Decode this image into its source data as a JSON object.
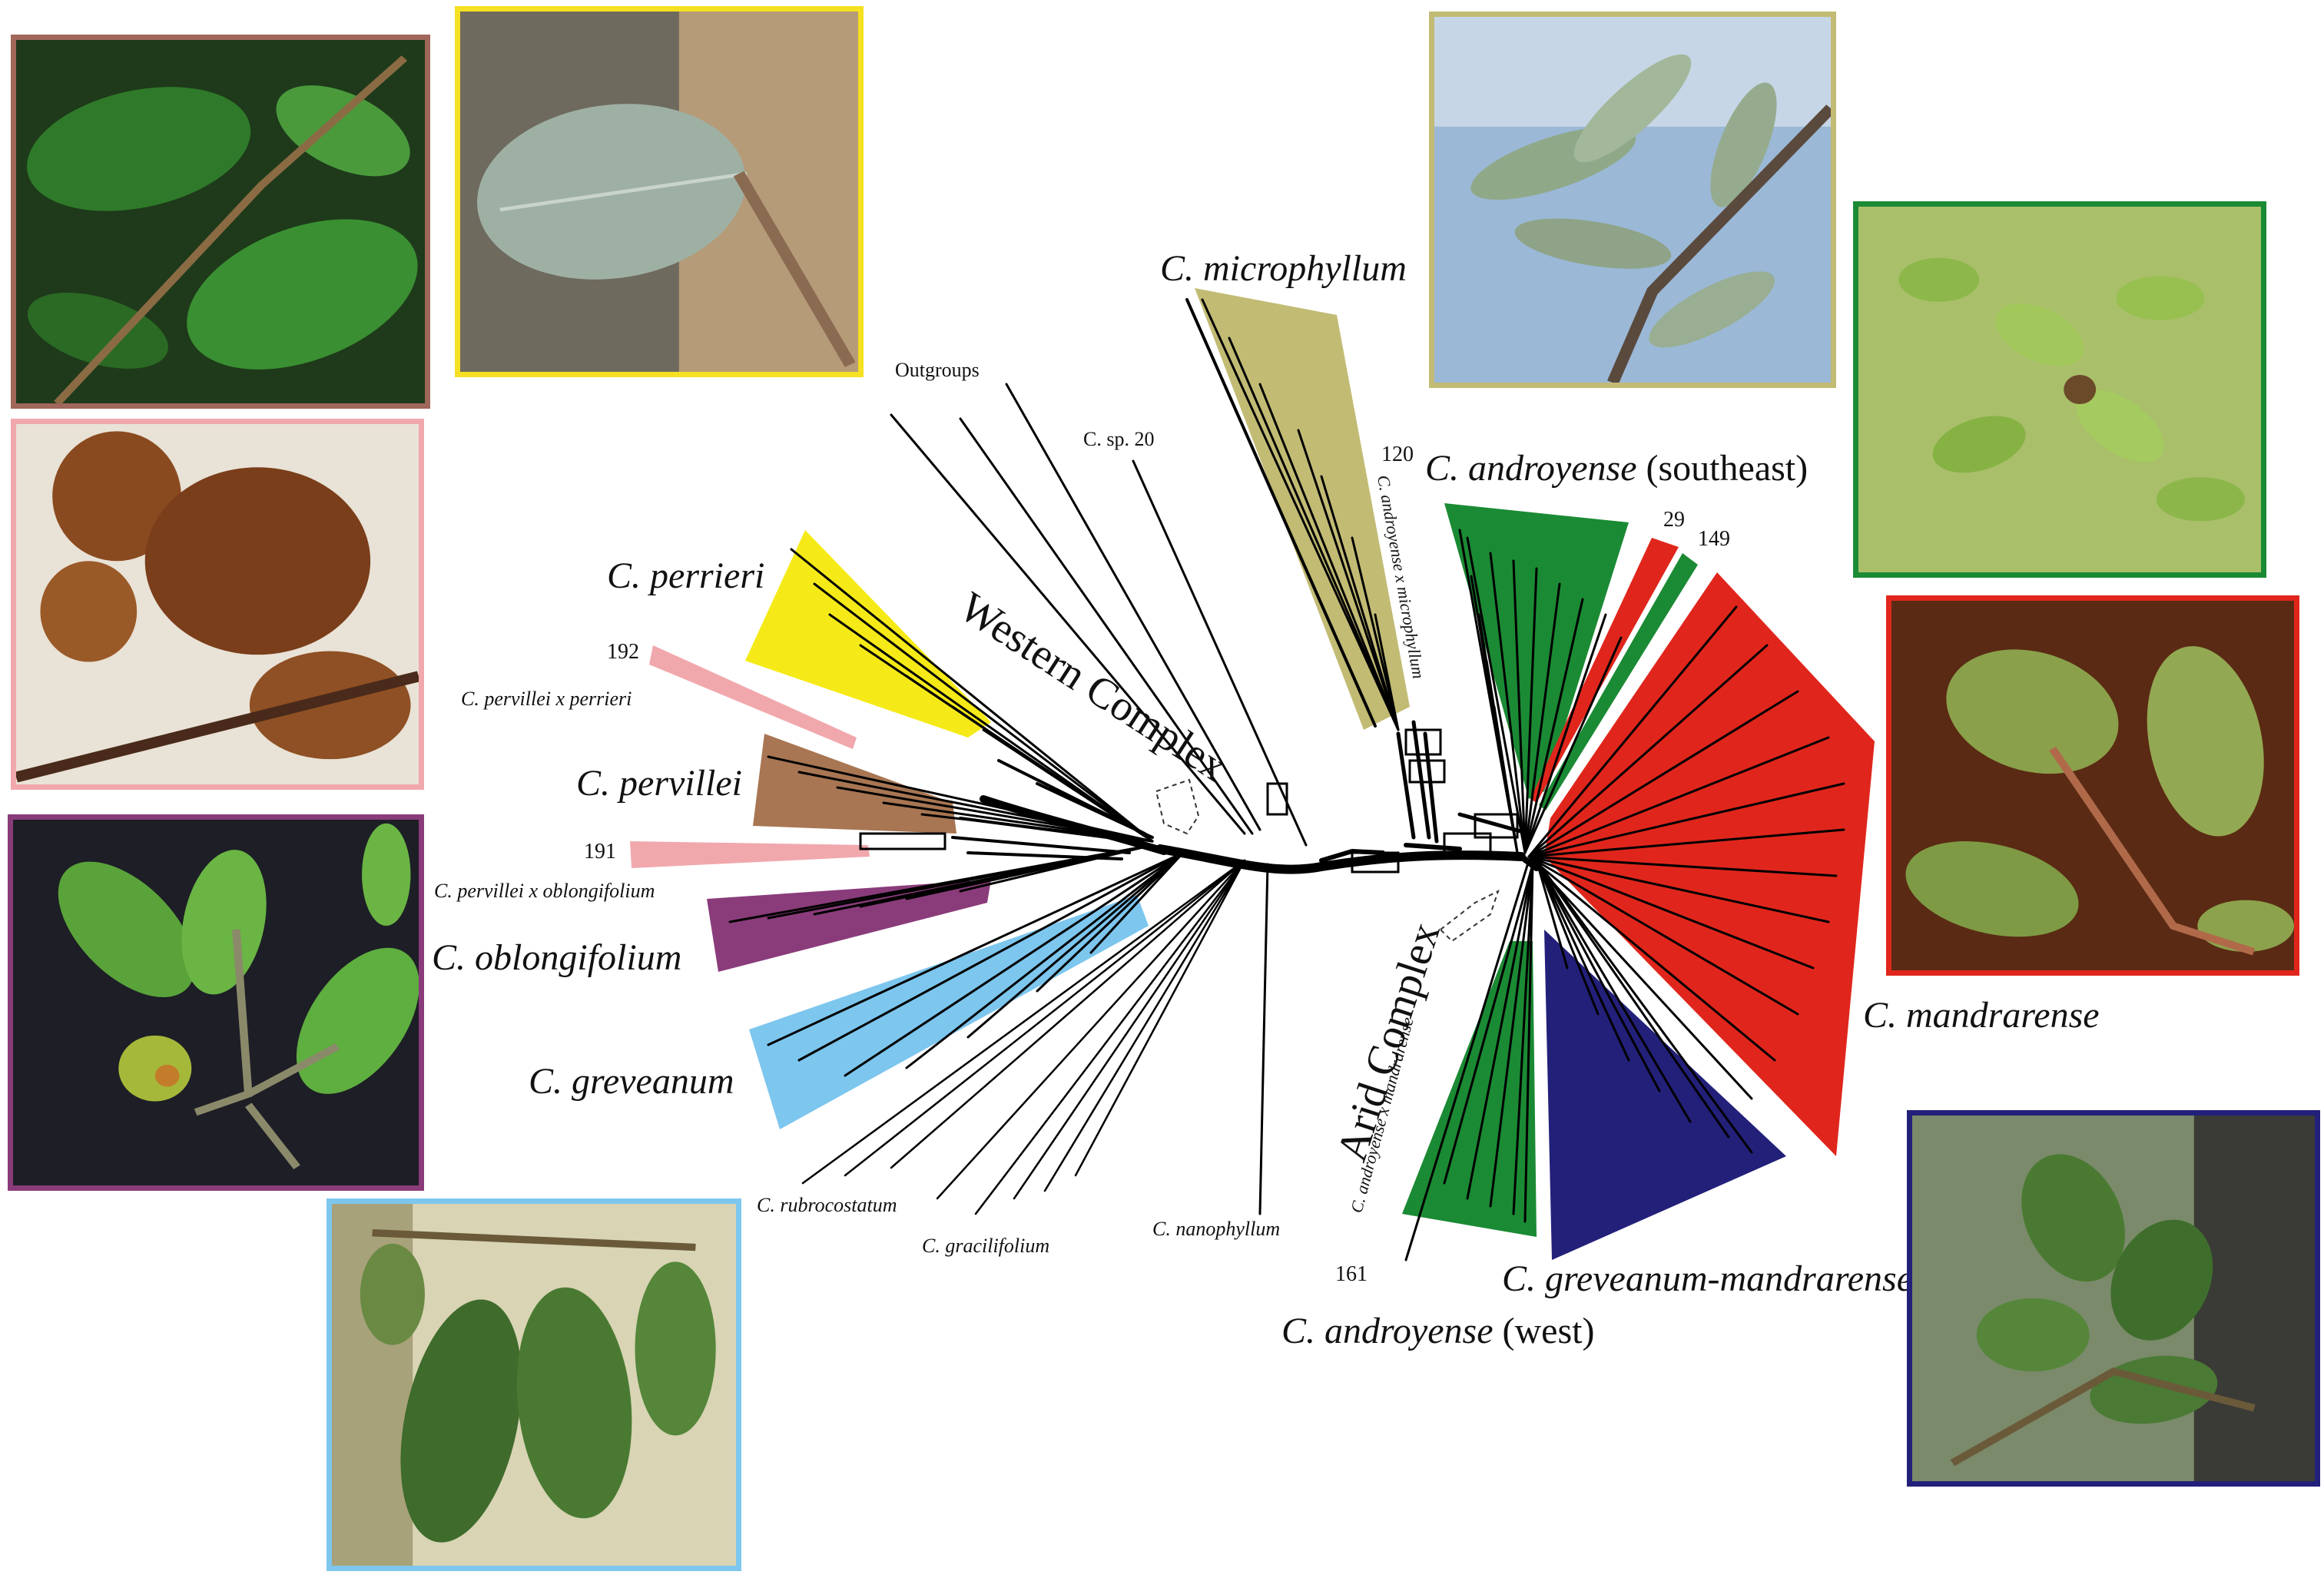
{
  "colors": {
    "mandrarense": "#e0261c",
    "androyense": "#1b8a34",
    "greveanum_mandrarense": "#23207a",
    "greveanum": "#7dc6ee",
    "oblongifolium": "#8a3c7a",
    "pervillei": "#a87653",
    "perrieri": "#f5ea17",
    "hybrid": "#f1a8ad",
    "microphyllum": "#c2bb74"
  },
  "labels": {
    "microphyllum": "C. microphyllum",
    "outgroups": "Outgroups",
    "sp20": "C. sp. 20",
    "n120": "120",
    "androyense_se_name": "C. androyense",
    "androyense_se_region": " (southeast)",
    "androyense_x_microphyllum": "C. androyense x microphyllum",
    "n29": "29",
    "n149": "149",
    "perrieri": "C. perrieri",
    "n192": "192",
    "pervillei_x_perrieri": "C. pervillei x perrieri",
    "western_complex": "Western Complex",
    "pervillei": "C. pervillei",
    "n191": "191",
    "pervillei_x_oblongifolium": "C. pervillei x oblongifolium",
    "oblongifolium": "C. oblongifolium",
    "greveanum": "C. greveanum",
    "rubrocostatum": "C. rubrocostatum",
    "gracilifolium": "C. gracilifolium",
    "nanophyllum": "C. nanophyllum",
    "arid_complex": "Arid Complex",
    "androyense_x_mandrarense": "C. androyense x mandrarense",
    "n161": "161",
    "androyense_w_name": "C. androyense",
    "androyense_w_region": " (west)",
    "greveanum_mandrarense": "C. greveanum-mandrarense",
    "mandrarense": "C. mandrarense"
  },
  "photos": [
    {
      "id": "photo-dark-green-leaves",
      "border": "#a0675a"
    },
    {
      "id": "photo-grey-leaf",
      "border": "#f5e021"
    },
    {
      "id": "photo-brown-dried-leaves",
      "border": "#f1a8ad"
    },
    {
      "id": "photo-leaves-with-fruit",
      "border": "#8a3c7a"
    },
    {
      "id": "photo-drooping-leaves",
      "border": "#7dc6ee"
    },
    {
      "id": "photo-sky-leaves",
      "border": "#c2bb74"
    },
    {
      "id": "photo-small-bright-leaves",
      "border": "#1b8a34"
    },
    {
      "id": "photo-mottled-leaves",
      "border": "#e0261c"
    },
    {
      "id": "photo-forest-leaves",
      "border": "#23207a"
    }
  ]
}
